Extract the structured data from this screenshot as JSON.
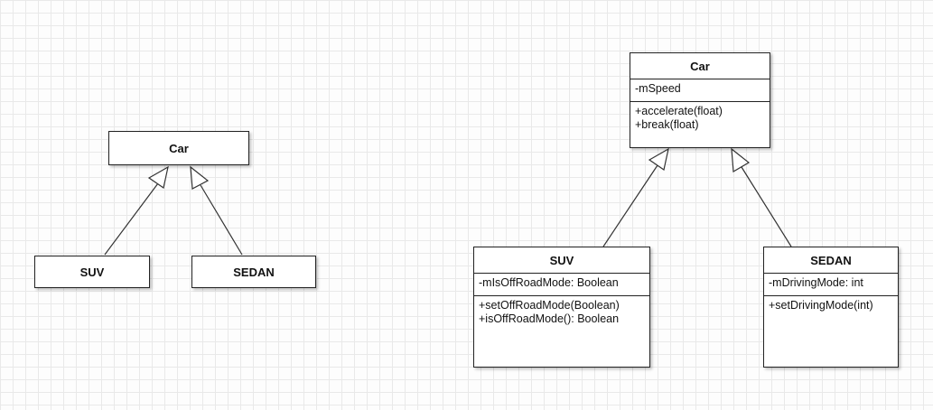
{
  "simple_diagram": {
    "parent": {
      "name": "Car"
    },
    "children": [
      {
        "name": "SUV"
      },
      {
        "name": "SEDAN"
      }
    ]
  },
  "detailed_diagram": {
    "parent": {
      "name": "Car",
      "attributes": [
        "-mSpeed"
      ],
      "methods": [
        "+accelerate(float)",
        "+break(float)"
      ]
    },
    "children": [
      {
        "name": "SUV",
        "attributes": [
          "-mIsOffRoadMode: Boolean"
        ],
        "methods": [
          "+setOffRoadMode(Boolean)",
          "+isOffRoadMode(): Boolean"
        ]
      },
      {
        "name": "SEDAN",
        "attributes": [
          "-mDrivingMode: int"
        ],
        "methods": [
          "+setDrivingMode(int)"
        ]
      }
    ]
  }
}
